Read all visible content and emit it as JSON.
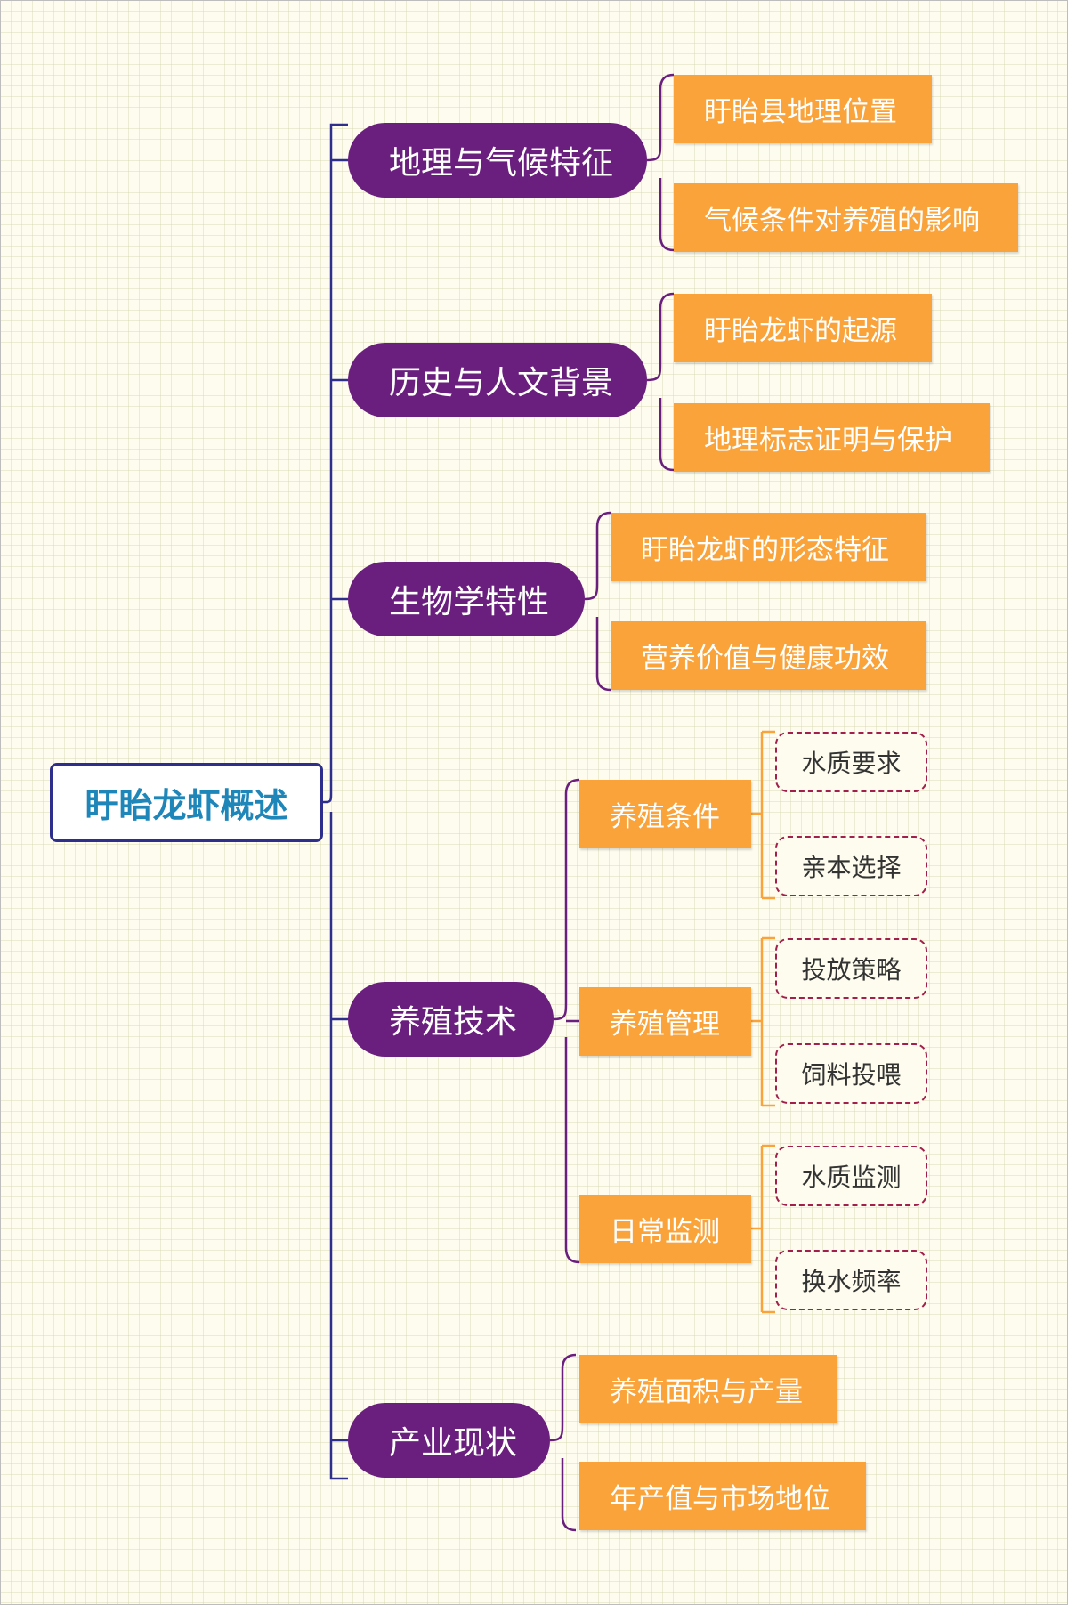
{
  "colors": {
    "root_border": "#2e2f8c",
    "root_text": "#1e86b8",
    "topic_fill": "#6a1f7e",
    "subtopic_fill": "#f9a33a",
    "leaf_border": "#a11f4a",
    "connector_main": "#2e2f8c",
    "connector_topic": "#6a1f7e",
    "connector_sub": "#f9a33a"
  },
  "mindmap": {
    "root": "盱眙龙虾概述",
    "topics": [
      {
        "label": "地理与气候特征",
        "children": [
          "盱眙县地理位置",
          "气候条件对养殖的影响"
        ]
      },
      {
        "label": "历史与人文背景",
        "children": [
          "盱眙龙虾的起源",
          "地理标志证明与保护"
        ]
      },
      {
        "label": "生物学特性",
        "children": [
          "盱眙龙虾的形态特征",
          "营养价值与健康功效"
        ]
      },
      {
        "label": "养殖技术",
        "children": [
          {
            "label": "养殖条件",
            "leaves": [
              "水质要求",
              "亲本选择"
            ]
          },
          {
            "label": "养殖管理",
            "leaves": [
              "投放策略",
              "饲料投喂"
            ]
          },
          {
            "label": "日常监测",
            "leaves": [
              "水质监测",
              "换水频率"
            ]
          }
        ]
      },
      {
        "label": "产业现状",
        "children": [
          "养殖面积与产量",
          "年产值与市场地位"
        ]
      }
    ]
  }
}
